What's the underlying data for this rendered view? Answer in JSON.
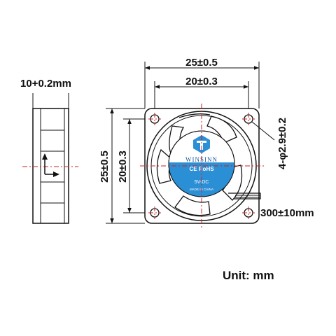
{
  "side_view": {
    "thickness_label": "10+0.2mm"
  },
  "front_view": {
    "outer_width_label": "25±0.5",
    "hole_spacing_width_label": "20±0.3",
    "outer_height_label": "25±0.5",
    "hole_spacing_height_label": "20±0.3",
    "mounting_hole_label": "4-φ2.9±0.2",
    "cable_length_label": "300±10mm"
  },
  "fan_label": {
    "brand": "WINSINN",
    "certifications": "CE RoHS",
    "voltage": "5V-DC",
    "origin": "MADE IN CHINA",
    "sticker_color": "#2b8fd6"
  },
  "footer": {
    "unit_label": "Unit: mm"
  }
}
